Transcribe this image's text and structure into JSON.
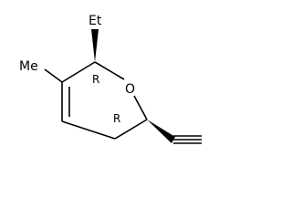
{
  "molecule": {
    "labels": {
      "ethyl": "Et",
      "methyl": "Me",
      "ring_oxygen": "O",
      "stereo_c2": "R",
      "stereo_c6": "R"
    }
  }
}
